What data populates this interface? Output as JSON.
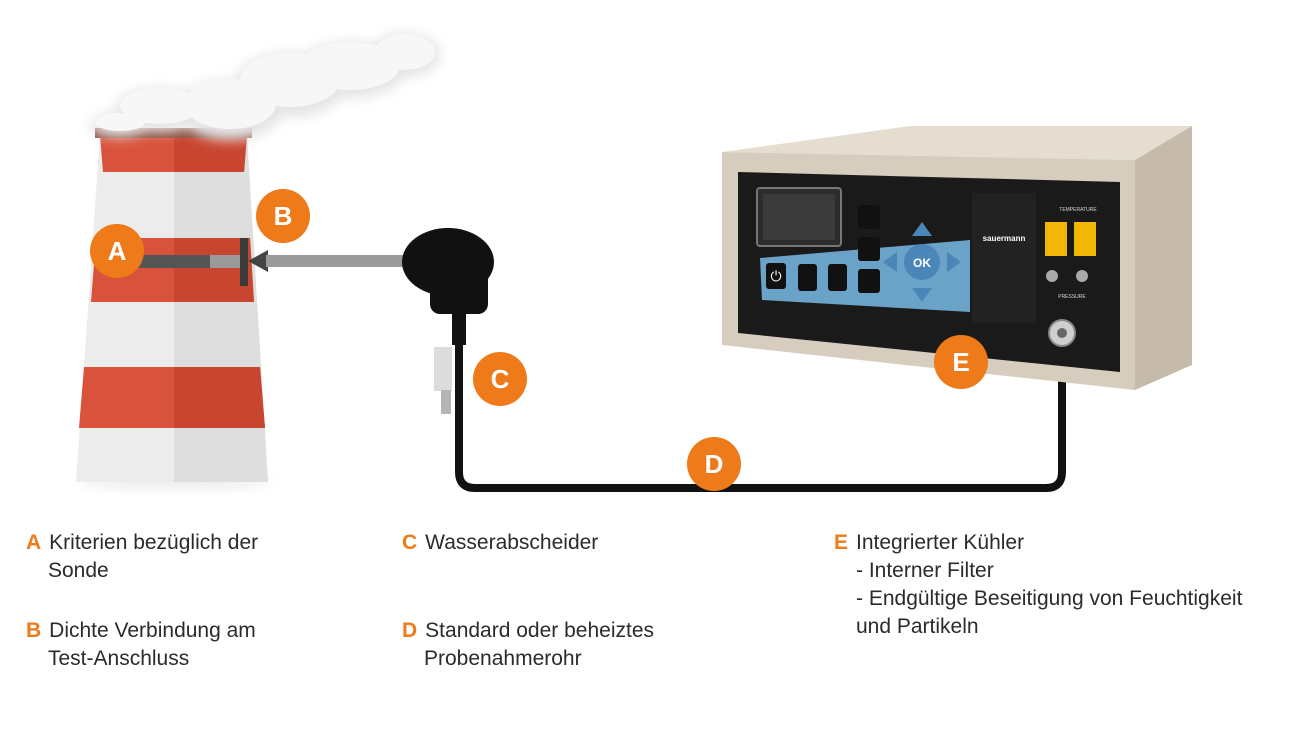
{
  "colors": {
    "accent": "#ee7a1a",
    "chimney_red": "#d9533c",
    "chimney_white": "#ececec",
    "cable": "#111111",
    "device_body": "#d6cdbf",
    "device_panel": "#1a1a1a",
    "keypad": "#6aa2c8",
    "connector": "#f2b705"
  },
  "badges": {
    "a": "A",
    "b": "B",
    "c": "C",
    "d": "D",
    "e": "E"
  },
  "device": {
    "brand": "sauermann",
    "temperature_label": "TEMPERATURE",
    "pressure_label": "PRESSURE",
    "ok_label": "OK"
  },
  "legend": {
    "a": {
      "letter": "A",
      "lines": [
        "Kriterien bezüglich der",
        "Sonde"
      ]
    },
    "b": {
      "letter": "B",
      "lines": [
        "Dichte Verbindung am",
        "Test-Anschluss"
      ]
    },
    "c": {
      "letter": "C",
      "lines": [
        "Wasserabscheider"
      ]
    },
    "d": {
      "letter": "D",
      "lines": [
        "Standard oder beheiztes",
        "Probenahmerohr"
      ]
    },
    "e": {
      "letter": "E",
      "lines": [
        "Integrierter Kühler",
        "- Interner Filter",
        "- Endgültige Beseitigung von Feuchtigkeit",
        "und Partikeln"
      ]
    }
  }
}
